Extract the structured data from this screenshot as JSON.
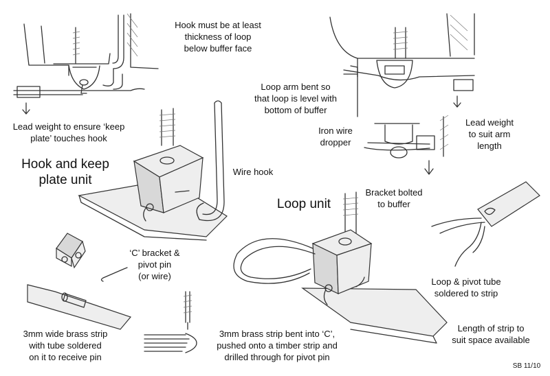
{
  "labels": {
    "hook_depth": "Hook must be at least\nthickness of loop\nbelow buffer face",
    "loop_arm": "Loop arm bent so\nthat loop is level with\nbottom of buffer",
    "lead_weight_keep": "Lead weight to ensure ‘keep\nplate’ touches hook",
    "iron_wire": "Iron wire\ndropper",
    "lead_weight_arm": "Lead weight\nto suit arm\nlength",
    "hook_unit": "Hook and keep\nplate unit",
    "wire_hook": "Wire hook",
    "bracket_bolted": "Bracket bolted\nto buffer",
    "loop_unit": "Loop unit",
    "c_bracket": "‘C’ bracket &\npivot pin\n(or wire)",
    "loop_pivot": "Loop & pivot tube\nsoldered to strip",
    "strip_length": "Length of strip to\nsuit space available",
    "brass_strip_tube": "3mm wide brass strip\nwith tube soldered\non it to receive pin",
    "brass_strip_c": "3mm brass strip bent into ‘C’,\npushed onto a timber strip and\ndrilled through for pivot pin",
    "signature": "SB 11/10"
  },
  "colors": {
    "ink": "#333333",
    "paper": "#ffffff"
  }
}
